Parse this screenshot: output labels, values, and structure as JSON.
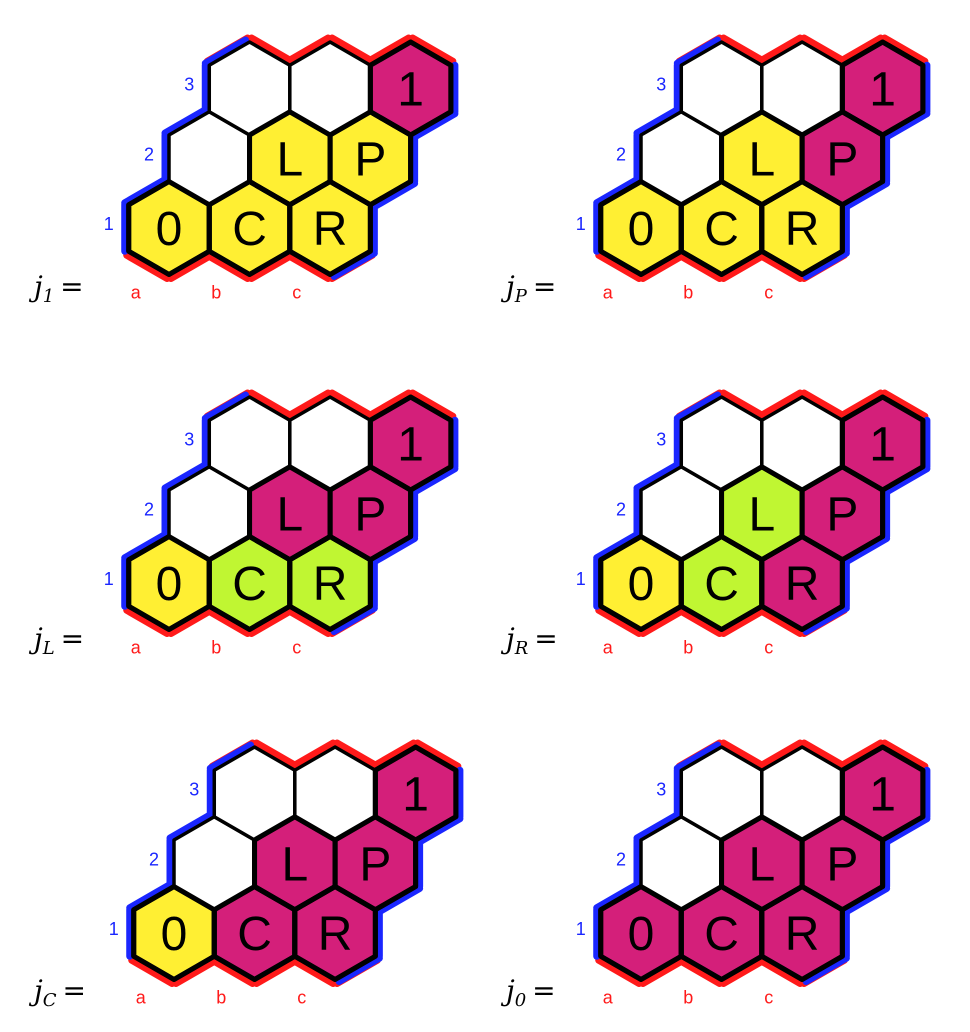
{
  "colors": {
    "yellow": "#ffef33",
    "magenta": "#d41f7a",
    "green": "#c0f632",
    "white": "#ffffff",
    "red_edge": "#ff1a1a",
    "blue_edge": "#1a26ff",
    "label_blue": "#1a26ff",
    "label_red": "#ff1a1a",
    "stroke": "#000000"
  },
  "row_labels": [
    "1",
    "2",
    "3"
  ],
  "col_labels": [
    "a",
    "b",
    "c"
  ],
  "equals": "=",
  "panels": [
    {
      "var": "j",
      "sub": "1",
      "cells": {
        "0": "yellow",
        "C": "yellow",
        "R": "yellow",
        "L": "yellow",
        "P": "yellow",
        "1": "magenta"
      }
    },
    {
      "var": "j",
      "sub": "P",
      "cells": {
        "0": "yellow",
        "C": "yellow",
        "R": "yellow",
        "L": "yellow",
        "P": "magenta",
        "1": "magenta"
      }
    },
    {
      "var": "j",
      "sub": "L",
      "cells": {
        "0": "yellow",
        "C": "green",
        "R": "green",
        "L": "magenta",
        "P": "magenta",
        "1": "magenta"
      }
    },
    {
      "var": "j",
      "sub": "R",
      "cells": {
        "0": "yellow",
        "C": "green",
        "R": "magenta",
        "L": "green",
        "P": "magenta",
        "1": "magenta"
      }
    },
    {
      "var": "j",
      "sub": "C",
      "cells": {
        "0": "yellow",
        "C": "magenta",
        "R": "magenta",
        "L": "magenta",
        "P": "magenta",
        "1": "magenta"
      }
    },
    {
      "var": "j",
      "sub": "0",
      "cells": {
        "0": "magenta",
        "C": "magenta",
        "R": "magenta",
        "L": "magenta",
        "P": "magenta",
        "1": "magenta"
      }
    }
  ]
}
